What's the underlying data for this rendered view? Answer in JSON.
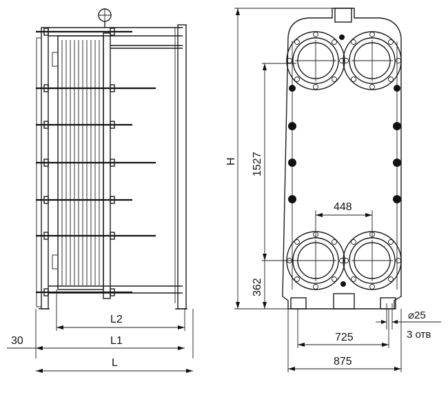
{
  "dimensions": {
    "L2": "L2",
    "L1": "L1",
    "L": "L",
    "offset_30": "30",
    "H": "H",
    "d_1527": "1527",
    "d_362": "362",
    "d_448": "448",
    "d_725": "725",
    "d_875": "875",
    "hole_dia": "⌀25",
    "hole_count": "3 отв"
  }
}
